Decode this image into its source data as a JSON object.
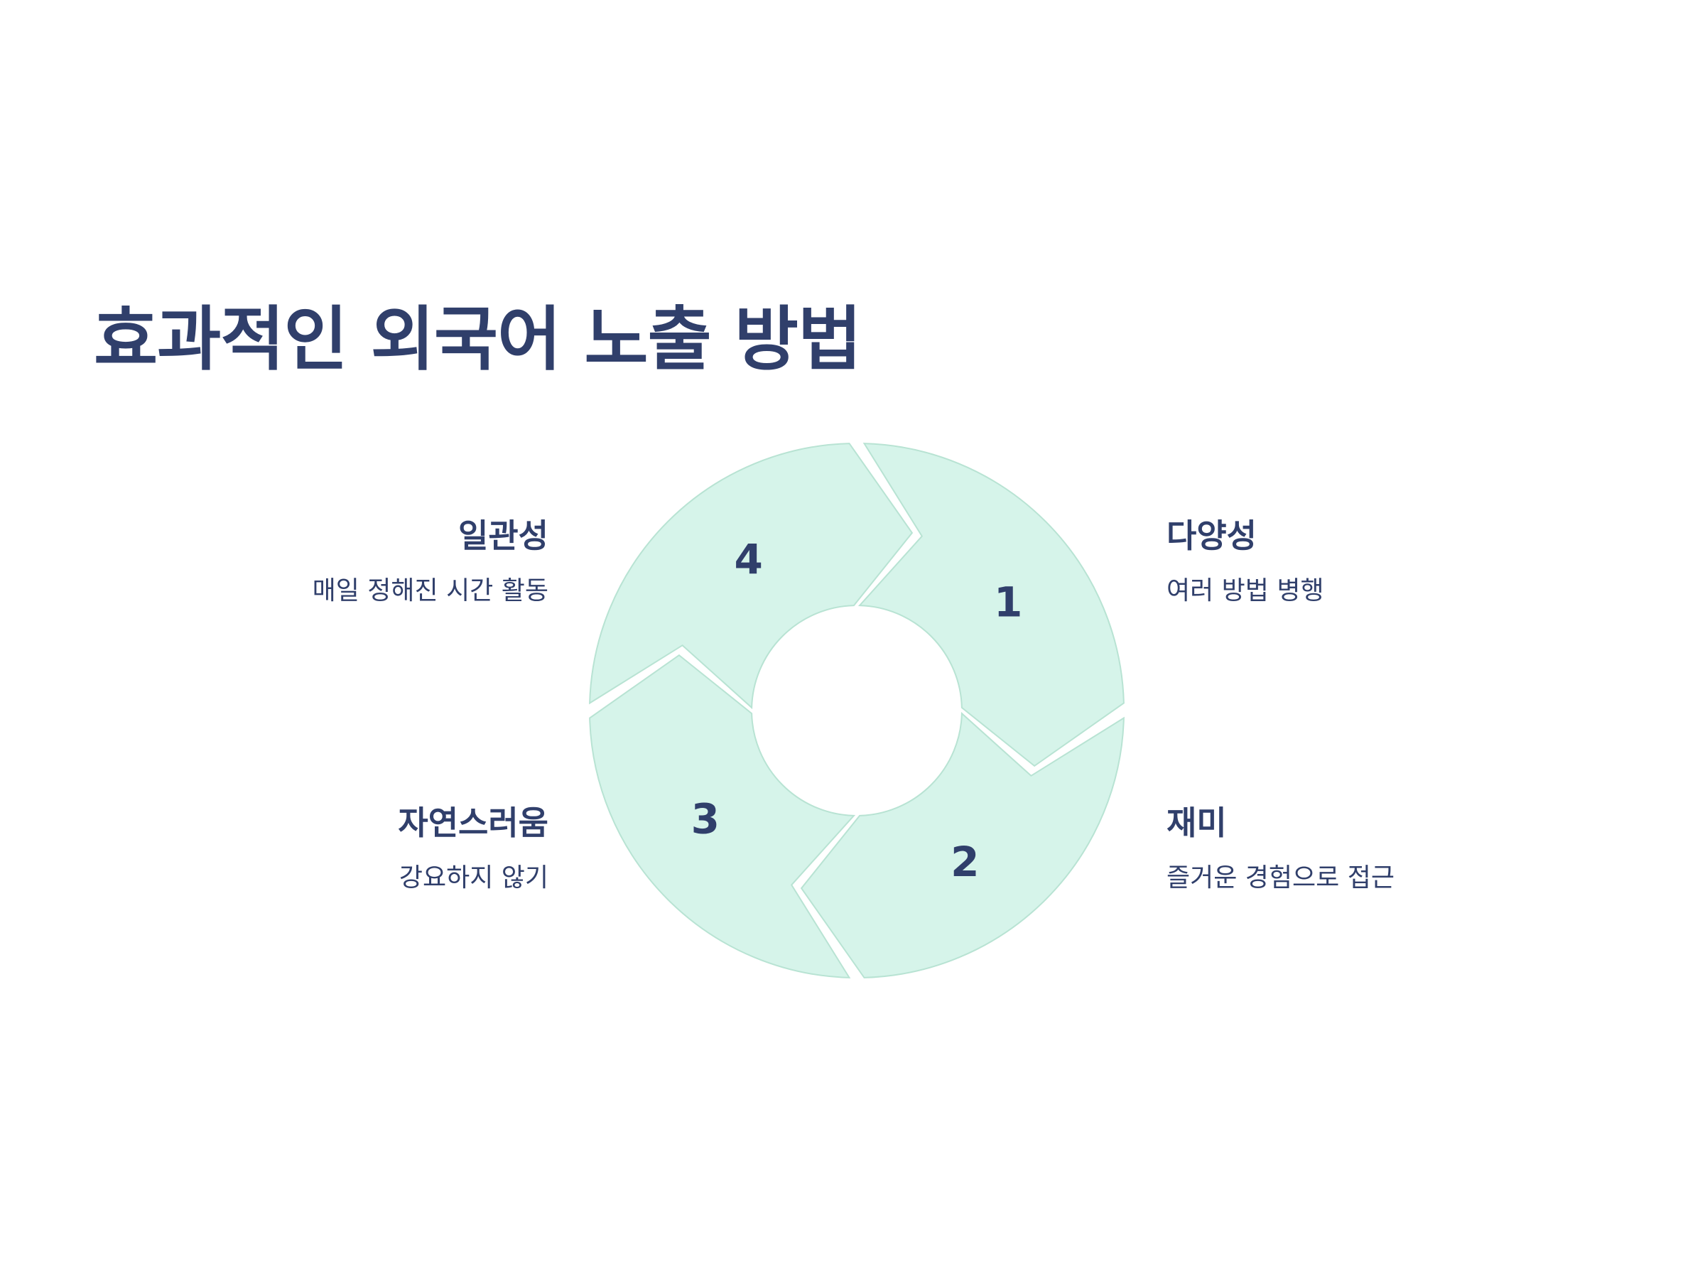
{
  "title": "효과적인 외국어 노출 방법",
  "colors": {
    "text": "#303f6b",
    "segment_fill": "#d6f4ea",
    "segment_stroke": "#b8e3d3",
    "background": "#ffffff"
  },
  "steps": [
    {
      "number": "1",
      "title": "일관성",
      "description": "매일 정해진 시간 활동"
    },
    {
      "number": "2",
      "title": "다양성",
      "description": "여러 방법 병행"
    },
    {
      "number": "3",
      "title": "재미",
      "description": "즐거운 경험으로 접근"
    },
    {
      "number": "4",
      "title": "자연스러움",
      "description": "강요하지 않기"
    }
  ]
}
